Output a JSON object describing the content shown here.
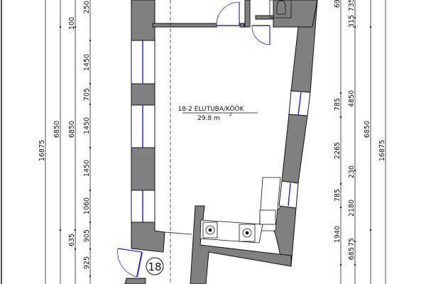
{
  "room": {
    "name": "18-2 ELUTUBA/KÖÖK",
    "area": "29.8 m",
    "area_sup": "2"
  },
  "apartment_number": "18",
  "dimensions_left": {
    "outer_total": "16875",
    "col2": [
      "6850"
    ],
    "col3": [
      "100",
      "6850",
      "635"
    ],
    "col4": [
      "250",
      "1450",
      "705",
      "1450",
      "1450",
      "1060",
      "905",
      "925"
    ]
  },
  "dimensions_right": {
    "col1": [
      "69",
      "785",
      "2265",
      "785",
      "1940"
    ],
    "col2": [
      "735",
      "315",
      "4850",
      "230",
      "2180",
      "75",
      "685"
    ],
    "col3": [
      "6850"
    ],
    "outer_total": "16875"
  },
  "colors": {
    "wall": "#808080",
    "glass": "#2a2ad0",
    "line": "#111111"
  }
}
